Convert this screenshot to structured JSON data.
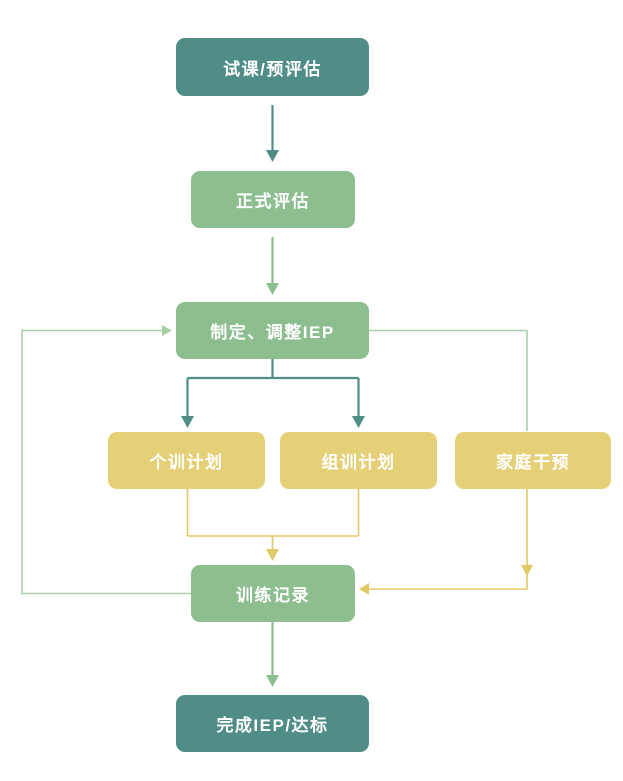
{
  "colors": {
    "teal": "#4f8d86",
    "green": "#8cbe90",
    "yellow": "#e6d077",
    "line_green": "#a9cfa9",
    "line_yellow": "#e0ca67"
  },
  "nodes": {
    "trial": "试课/预评估",
    "formal": "正式评估",
    "iep": "制定、调整IEP",
    "individual": "个训计划",
    "group": "组训计划",
    "family": "家庭干预",
    "record": "训练记录",
    "complete": "完成IEP/达标"
  }
}
